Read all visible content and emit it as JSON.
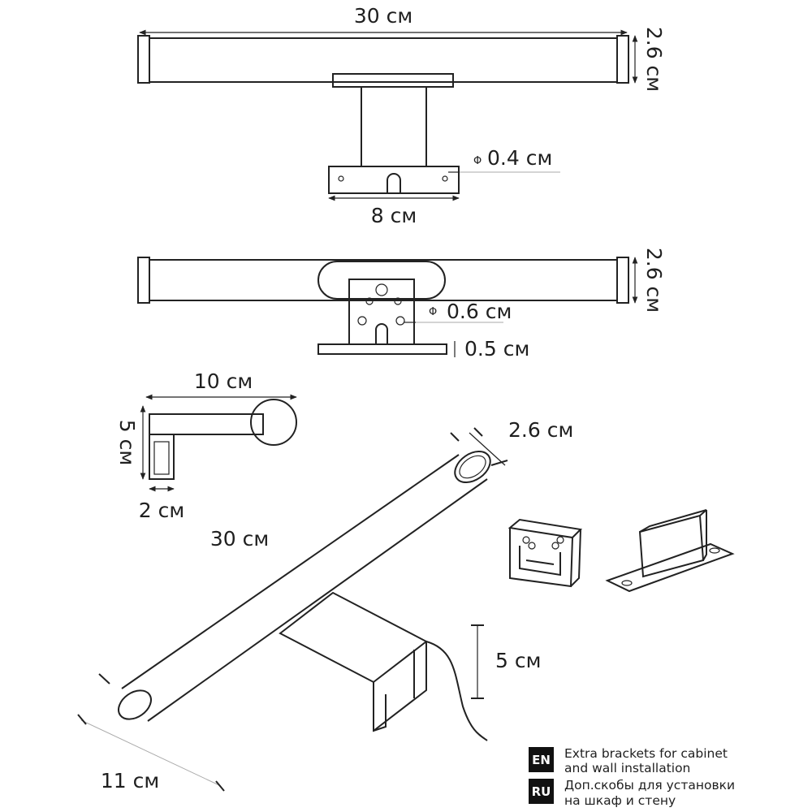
{
  "top_view": {
    "width": "30 см",
    "height": "2.6 см",
    "hole": "0.4 см",
    "base": "8 см",
    "phi": "Φ"
  },
  "front_view": {
    "height": "2.6 см",
    "hole": "0.6 см",
    "plate": "0.5 см",
    "phi": "Φ"
  },
  "side_view": {
    "length": "10 см",
    "height": "5 см",
    "base": "2 см"
  },
  "perspective": {
    "diameter": "2.6 см",
    "length": "30 см",
    "clamp_height": "5 см",
    "depth": "11 см"
  },
  "notes": [
    {
      "lang": "EN",
      "line1": "Extra brackets for cabinet",
      "line2": "and wall installation"
    },
    {
      "lang": "RU",
      "line1": "Доп.скобы для установки",
      "line2": "на шкаф и стену"
    }
  ]
}
